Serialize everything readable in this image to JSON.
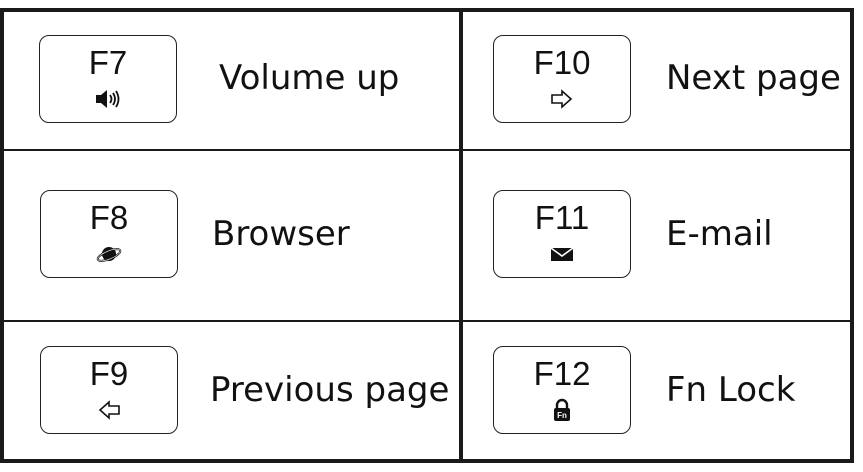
{
  "rows": [
    {
      "left": {
        "key": "F7",
        "icon": "volume-up-icon",
        "label": "Volume up"
      },
      "right": {
        "key": "F10",
        "icon": "arrow-right-icon",
        "label": "Next page"
      }
    },
    {
      "left": {
        "key": "F8",
        "icon": "browser-planet-icon",
        "label": "Browser"
      },
      "right": {
        "key": "F11",
        "icon": "envelope-icon",
        "label": "E-mail"
      }
    },
    {
      "left": {
        "key": "F9",
        "icon": "arrow-left-icon",
        "label": "Previous page"
      },
      "right": {
        "key": "F12",
        "icon": "fn-lock-icon",
        "label": "Fn Lock"
      }
    }
  ],
  "colors": {
    "lines": "#1a1a1a",
    "text": "#111111"
  }
}
